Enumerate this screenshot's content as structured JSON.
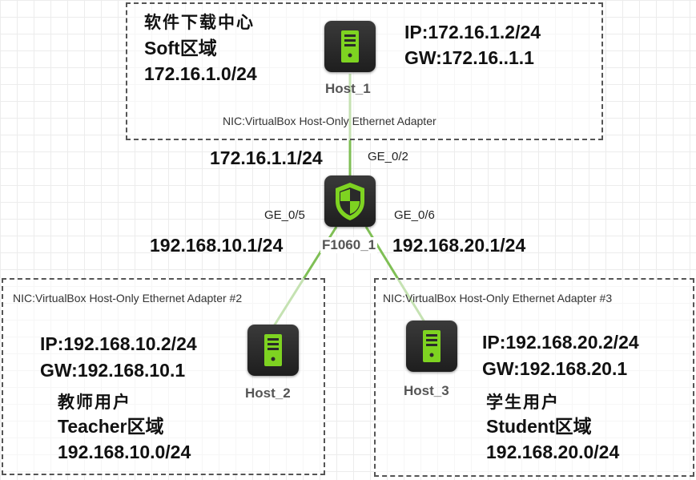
{
  "zones": {
    "soft": {
      "title_cn": "软件下载中心",
      "name": "Soft区域",
      "network": "172.16.1.0/24",
      "ip": "IP:172.16.1.2/24",
      "gw": "GW:172.16..1.1",
      "nic": "NIC:VirtualBox Host-Only Ethernet Adapter"
    },
    "teacher": {
      "nic": "NIC:VirtualBox Host-Only Ethernet Adapter #2",
      "ip": "IP:192.168.10.2/24",
      "gw": "GW:192.168.10.1",
      "title_cn": "教师用户",
      "name": "Teacher区域",
      "network": "192.168.10.0/24"
    },
    "student": {
      "nic": "NIC:VirtualBox Host-Only Ethernet Adapter #3",
      "ip": "IP:192.168.20.2/24",
      "gw": "GW:192.168.20.1",
      "title_cn": "学生用户",
      "name": "Student区域",
      "network": "192.168.20.0/24"
    }
  },
  "devices": {
    "host1": {
      "label": "Host_1",
      "icon": "server-icon"
    },
    "host2": {
      "label": "Host_2",
      "icon": "server-icon"
    },
    "host3": {
      "label": "Host_3",
      "icon": "server-icon"
    },
    "firewall": {
      "label": "F1060_1",
      "icon": "shield-icon"
    }
  },
  "interfaces": {
    "ge02": {
      "port": "GE_0/2",
      "ip": "172.16.1.1/24"
    },
    "ge05": {
      "port": "GE_0/5",
      "ip": "192.168.10.1/24"
    },
    "ge06": {
      "port": "GE_0/6",
      "ip": "192.168.20.1/24"
    }
  },
  "colors": {
    "link": "#7fbf55",
    "icon_green": "#7ed321",
    "device_bg": "#2a2a2a",
    "zone_border": "#555555"
  }
}
